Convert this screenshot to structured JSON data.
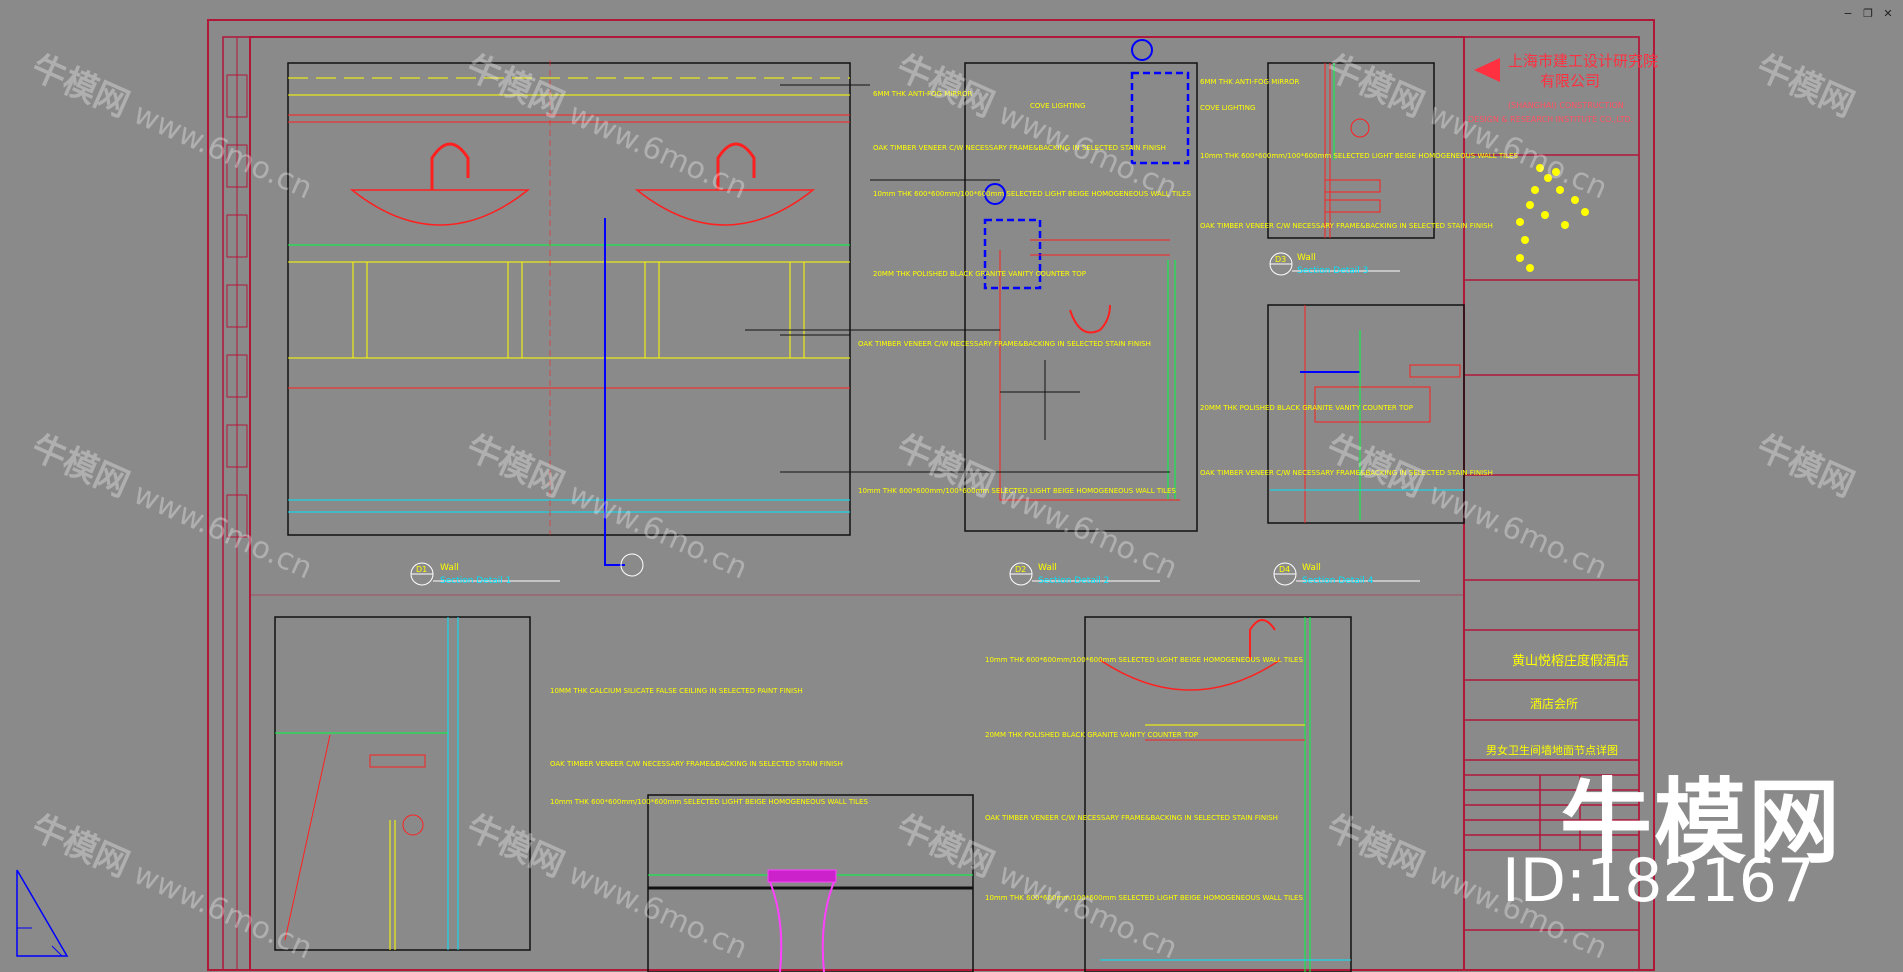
{
  "window_controls": {
    "minimize": "−",
    "restore": "❐",
    "close": "✕"
  },
  "title_block": {
    "company_cn": "上海市建工设计研究院",
    "company_cn2": "有限公司",
    "company_en": "(SHANGHAI) CONSTRUCTION",
    "company_en2": "DESIGN & RESEARCH INSTITUTE CO.,LTD.",
    "project_cn": "黄山悦榕庄度假酒店",
    "building_cn": "酒店会所",
    "drawing_cn": "男女卫生间墙地面节点详图"
  },
  "detail_tags": [
    {
      "id": "D1",
      "wall": "Wall",
      "title": "Section Detail 1"
    },
    {
      "id": "D2",
      "wall": "Wall",
      "title": "Section Detail 2"
    },
    {
      "id": "D3",
      "wall": "Wall",
      "title": "Section Detail 3"
    },
    {
      "id": "D4",
      "wall": "Wall",
      "title": "Section Detail 4"
    }
  ],
  "notes": {
    "mirror": "6MM THK ANTI-FOG MIRROR",
    "cove": "COVE LIGHTING",
    "oak": "OAK TIMBER VENEER C/W NECESSARY FRAME&BACKING IN SELECTED STAIN FINISH",
    "tile": "10mm THK 600*600mm/100*600mm SELECTED LIGHT BEIGE HOMOGENEOUS WALL TILES",
    "granite": "20MM THK POLISHED BLACK GRANITE VANITY COUNTER TOP",
    "calcium": "10MM THK CALCIUM SILICATE FALSE CEILING IN SELECTED PAINT FINISH"
  },
  "watermark": {
    "cn": "牛模网",
    "url": "www.6mo.cn"
  },
  "brand": {
    "name": "牛模网",
    "id": "ID:182167"
  },
  "colors": {
    "bg": "#8a8a8a",
    "frame": "#b0183a",
    "yellow": "#ffff00",
    "red": "#ff2020",
    "cyan": "#00e5ff",
    "green": "#00ff40",
    "blue": "#0000ff"
  }
}
